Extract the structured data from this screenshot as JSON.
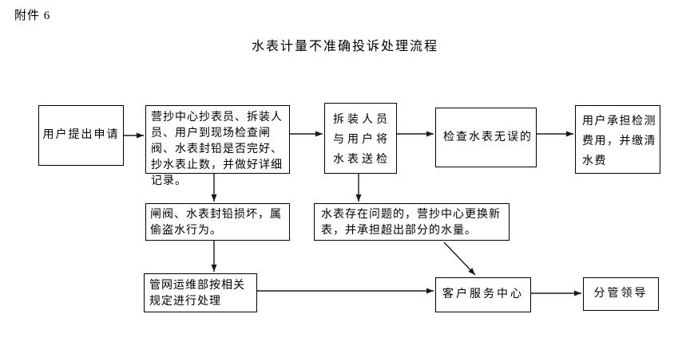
{
  "page": {
    "attachment_label": "附件 6",
    "title": "水表计量不准确投诉处理流程"
  },
  "boxes": {
    "user_application": "用户提出申请",
    "site_inspection": "营抄中心抄表员、拆装人员、用户到现场检查闸阀、水表封铅是否完好、抄水表止数，并做好详细记录。",
    "send_meter_for_test": "拆装人员与用户将水表送检",
    "meter_correct": "检查水表无误的",
    "user_bears_cost": "用户承担检测费用，并缴清水费",
    "seal_damaged": "闸阀、水表封铅损坏，属偷盗水行为。",
    "meter_faulty": "水表存在问题的，营抄中心更换新表，并承担超出部分的水量。",
    "pipeline_dept": "管网运维部按相关规定进行处理",
    "customer_service_center": "客户服务中心",
    "leader_in_charge": "分管领导"
  },
  "colors": {
    "background": "#ffffff",
    "line": "#1a1a1a",
    "text": "#000000"
  }
}
